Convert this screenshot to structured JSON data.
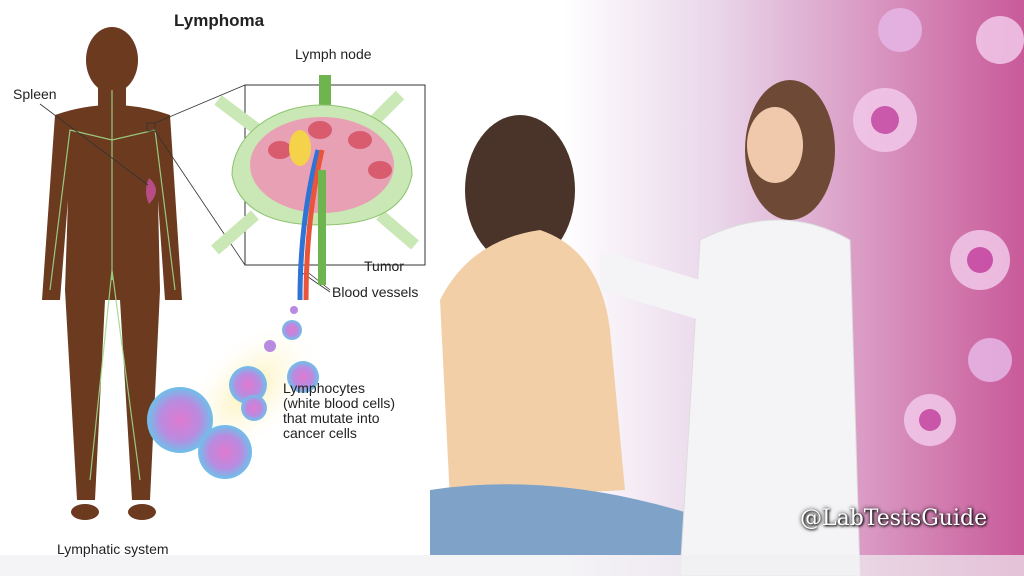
{
  "diagram": {
    "title": "Lymphoma",
    "labels": {
      "spleen": "Spleen",
      "lymph_node": "Lymph node",
      "tumor": "Tumor",
      "blood_vessels": "Blood vessels",
      "lymphocytes": [
        "Lymphocytes",
        "(white blood cells)",
        "that mutate into",
        "cancer cells"
      ],
      "lymphatic_system": "Lymphatic system"
    }
  },
  "watermark": "@LabTestsGuide",
  "colors": {
    "skin": "#6b3a1f",
    "lymph": "#9fd88a",
    "tissue": "#d96aa8",
    "cell": "#b98be0"
  }
}
